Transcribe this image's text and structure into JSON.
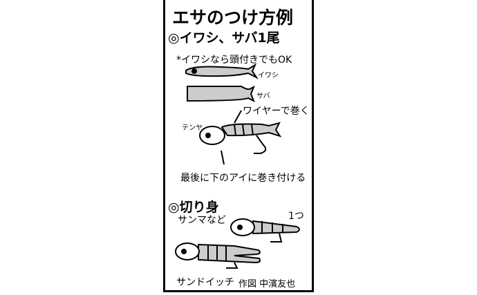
{
  "title": "エサのつけ方例",
  "section1": {
    "heading": "◎イワシ、サバ1尾",
    "note": "*イワシなら頭付きでもOK",
    "fish1": "イワシ",
    "fish2": "サバ",
    "label_wire": "ワイヤーで巻く",
    "label_tenya": "テンヤ",
    "label_eye": "最後に下のアイに巻き付ける"
  },
  "section2": {
    "heading": "◎切り身",
    "sub": "サンマなど",
    "label_one": "1つ",
    "label_sandwich": "サンドイッチ"
  },
  "credit": "作図 中濱友也",
  "colors": {
    "fill": "#cccccc",
    "line": "#000000"
  }
}
